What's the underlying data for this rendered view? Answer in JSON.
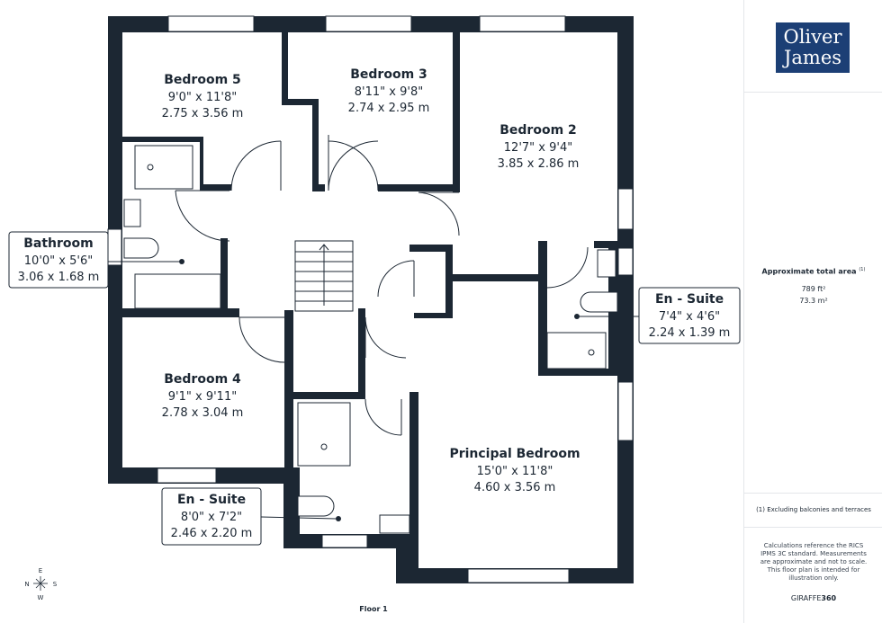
{
  "rooms": {
    "bedroom5": {
      "name": "Bedroom 5",
      "imperial": "9'0\" x 11'8\"",
      "metric": "2.75 x 3.56 m"
    },
    "bedroom3": {
      "name": "Bedroom 3",
      "imperial": "8'11\" x 9'8\"",
      "metric": "2.74 x 2.95 m"
    },
    "bedroom2": {
      "name": "Bedroom 2",
      "imperial": "12'7\" x 9'4\"",
      "metric": "3.85 x 2.86 m"
    },
    "bathroom": {
      "name": "Bathroom",
      "imperial": "10'0\" x 5'6\"",
      "metric": "3.06 x 1.68 m"
    },
    "ensuite_right": {
      "name": "En - Suite",
      "imperial": "7'4\" x 4'6\"",
      "metric": "2.24 x 1.39 m"
    },
    "bedroom4": {
      "name": "Bedroom 4",
      "imperial": "9'1\" x 9'11\"",
      "metric": "2.78 x 3.04 m"
    },
    "principal": {
      "name": "Principal Bedroom",
      "imperial": "15'0\" x 11'8\"",
      "metric": "4.60 x 3.56 m"
    },
    "ensuite_bottom": {
      "name": "En - Suite",
      "imperial": "8'0\" x 7'2\"",
      "metric": "2.46 x 2.20 m"
    }
  },
  "floor_label": "Floor 1",
  "compass": {
    "n": "N",
    "e": "E",
    "s": "S",
    "w": "W"
  },
  "sidebar": {
    "logo_line1": "Oliver",
    "logo_line2": "James",
    "area_title": "Approximate total area",
    "area_note_marker": "(1)",
    "area_ft": "789 ft²",
    "area_m": "73.3 m²",
    "footnote": "(1) Excluding balconies and terraces",
    "disclaimer": "Calculations reference the RICS IPMS 3C standard. Measurements are approximate and not to scale. This floor plan is intended for illustration only.",
    "brand_prefix": "GIRAFFE",
    "brand_suffix": "360"
  },
  "colors": {
    "wall": "#1c2733",
    "logo_bg": "#1c3f75"
  }
}
